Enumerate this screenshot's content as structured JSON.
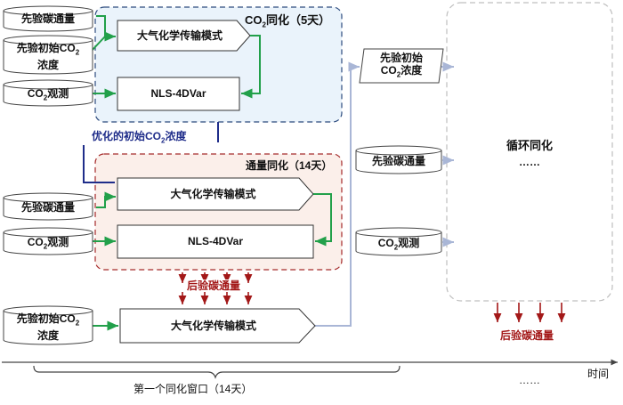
{
  "phase1": {
    "title_main": "CO",
    "title_sub": "2",
    "title_tail": "同化（5天）",
    "prior_flux": "先验碳通量",
    "prior_co2_line1_main": "先验初始CO",
    "prior_co2_line1_sub": "2",
    "prior_co2_line2": "浓度",
    "co2_obs_main": "CO",
    "co2_obs_sub": "2",
    "co2_obs_tail": "观测",
    "model": "大气化学传输模式",
    "nls": "NLS-4DVar"
  },
  "optimized": {
    "main": "优化的初始CO",
    "sub": "2",
    "tail": "浓度"
  },
  "phase2": {
    "title": "通量同化（14天）",
    "prior_flux": "先验碳通量",
    "co2_obs_main": "CO",
    "co2_obs_sub": "2",
    "co2_obs_tail": "观测",
    "model": "大气化学传输模式",
    "nls": "NLS-4DVar",
    "posterior": "后验碳通量"
  },
  "phase3": {
    "prior_co2_line1_main": "先验初始CO",
    "prior_co2_line1_sub": "2",
    "prior_co2_line2": "浓度",
    "model": "大气化学传输模式"
  },
  "right": {
    "init_co2_line1": "先验初始",
    "init_co2_line2_main": "CO",
    "init_co2_line2_sub": "2",
    "init_co2_line2_tail": "浓度",
    "prior_flux": "先验碳通量",
    "co2_obs_main": "CO",
    "co2_obs_sub": "2",
    "co2_obs_tail": "观测",
    "cycle_title": "循环同化",
    "cycle_dots": "……",
    "posterior": "后验碳通量"
  },
  "timeline": {
    "window": "第一个同化窗口（14天）",
    "dots": "……",
    "time": "时间"
  },
  "colors": {
    "green": "#22a04a",
    "navy": "#1f2d8a",
    "red": "#a31818",
    "dash_blue": "#2c4b7e",
    "dash_red": "#a52a2a",
    "fill_blue": "#eaf3fb",
    "fill_red": "#fbefea",
    "connector": "#a9b6d6"
  }
}
